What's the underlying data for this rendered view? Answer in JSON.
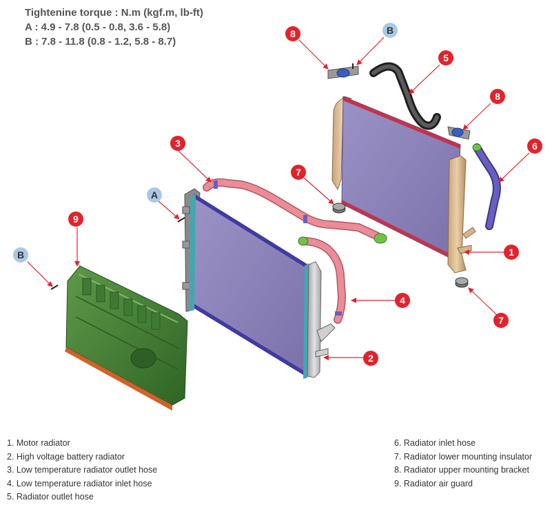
{
  "torque": {
    "title": "Tightenine torque : N.m (kgf.m, lb-ft)",
    "a": "A : 4.9 - 7.8 (0.5 - 0.8, 3.6 - 5.8)",
    "b": "B : 7.8 - 11.8 (0.8 - 1.2, 5.8 - 8.7)"
  },
  "callouts": {
    "n1": "1",
    "n2": "2",
    "n3": "3",
    "n4": "4",
    "n5": "5",
    "n6": "6",
    "n7a": "7",
    "n7b": "7",
    "n8a": "8",
    "n8b": "8",
    "n9": "9",
    "ba": "A",
    "bb1": "B",
    "bb2": "B"
  },
  "legend": {
    "left": [
      "1. Motor radiator",
      "2. High voltage battery radiator",
      "3. Low temperature radiator outlet hose",
      "4. Low temperature radiator inlet hose",
      "5. Radiator outlet hose"
    ],
    "right": [
      "6. Radiator inlet hose",
      "7. Radiator lower mounting insulator",
      "8. Radiator upper mounting bracket",
      "9. Radiator air guard"
    ]
  },
  "colors": {
    "callout_red": "#e3222b",
    "bolt_badge": "#a9c9e6",
    "core_purple": "#8a80b6",
    "hose_pink": "#e98a92",
    "hose_blue": "#6a5fc0",
    "guard_green": "#4d8a3c"
  }
}
